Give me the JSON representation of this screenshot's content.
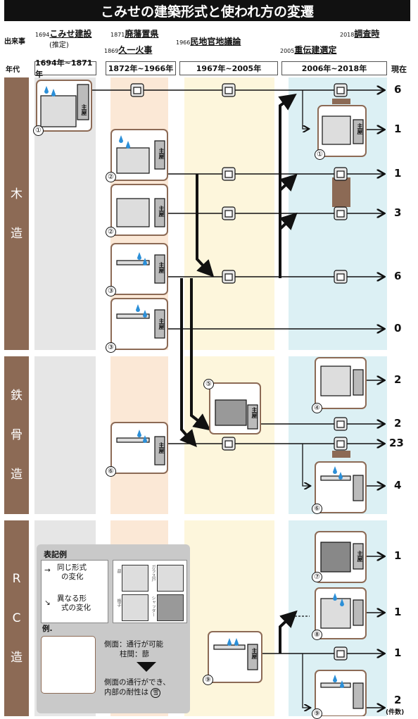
{
  "title": "こみせの建築形式と使われ方の変遷",
  "header": {
    "event_label": "出来事",
    "era_label": "年代",
    "events": [
      {
        "year": "1694",
        "text": "こみせ建設",
        "sub": "(推定)"
      },
      {
        "year": "1871",
        "text": "廃藩置県"
      },
      {
        "year": "1869",
        "text": "久一火事"
      },
      {
        "year": "1966",
        "text": "民地官地議論"
      },
      {
        "year": "2005",
        "text": "重伝建選定"
      },
      {
        "year": "2018",
        "text": "調査時"
      }
    ],
    "periods": [
      "1694年~1871年",
      "1872年~1966年",
      "1967年~2005年",
      "2006年~2018年"
    ],
    "now_label": "現在"
  },
  "materials": [
    {
      "chars": [
        "木",
        "造"
      ]
    },
    {
      "chars": [
        "鉄",
        "骨",
        "造"
      ]
    },
    {
      "chars": [
        "R",
        "C",
        "造"
      ]
    }
  ],
  "counts": [
    "6",
    "1",
    "1",
    "3",
    "6",
    "0",
    "2",
    "2",
    "23",
    "4",
    "1",
    "1",
    "1",
    "2"
  ],
  "count_unit": "(件数)",
  "type_numbers": [
    "①",
    "①",
    "②",
    "②",
    "③",
    "③",
    "⑤",
    "④",
    "⑥",
    "⑥",
    "⑦",
    "⑧",
    "⑨",
    "⑨"
  ],
  "house_sign": "主屋",
  "legend": {
    "title": "表記例",
    "same_form": [
      "同じ形式",
      "の変化"
    ],
    "diff_form": [
      "異なる形",
      "式の変化"
    ],
    "example_label": "例.",
    "example_text": [
      "側面：通行が可能",
      "柱間：蔀"
    ],
    "example_result": [
      "側面の通行ができ、",
      "内部の耐性は"
    ],
    "example_result_mark": "雪",
    "icon_labels": [
      "蔀",
      "ガラス戸",
      "格子",
      "シャッター"
    ]
  },
  "colors": {
    "title_bg": "#111111",
    "material_band": "#8c6a55",
    "col_1": "#e6e6e6",
    "col_2": "#fbe8d6",
    "col_3": "#fdf6dc",
    "col_4": "#dcf0f4",
    "snow": "#2b8fd8"
  }
}
